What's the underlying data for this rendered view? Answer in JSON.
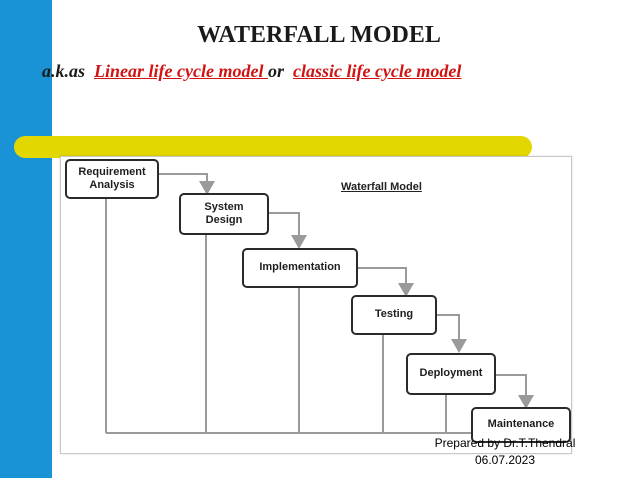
{
  "slide": {
    "title": "WATERFALL MODEL",
    "subtitle_prefix": "a.k.as",
    "subtitle_link1": "Linear life cycle model ",
    "subtitle_middle": "or",
    "subtitle_link2": "classic life cycle model"
  },
  "diagram": {
    "title": "Waterfall Model",
    "phases": [
      {
        "line1": "Requirement",
        "line2": "Analysis"
      },
      {
        "line1": "System",
        "line2": "Design"
      },
      {
        "line1": "Implementation",
        "line2": ""
      },
      {
        "line1": "Testing",
        "line2": ""
      },
      {
        "line1": "Deployment",
        "line2": ""
      },
      {
        "line1": "Maintenance",
        "line2": ""
      }
    ]
  },
  "footer": {
    "author": "Prepared by Dr.T.Thendral",
    "date": "06.07.2023"
  },
  "colors": {
    "left_bar": "#1a93d6",
    "yellow_band": "#e2d700",
    "link_red": "#d01414",
    "connector_gray": "#9a9a9a"
  }
}
